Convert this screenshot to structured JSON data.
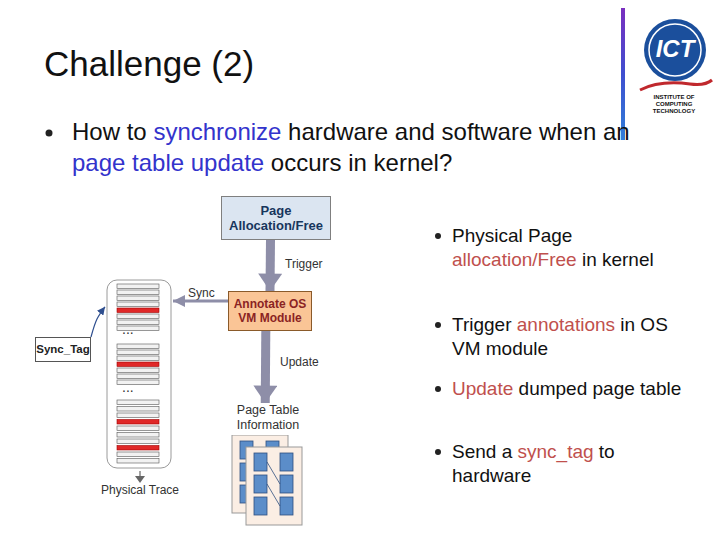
{
  "diagram": {
    "title": "Challenge (2)",
    "nodes": [
      {
        "text": [
          "Page Allocation/Free"
        ]
      },
      {
        "text": [
          "Annotate OS VM Module"
        ]
      },
      {
        "text": [
          "Sync_Tag"
        ]
      },
      {
        "text": [
          "Page Table Information"
        ]
      },
      {
        "text": [
          "Physical Trace"
        ]
      }
    ],
    "edges": [
      {
        "from": 0,
        "to": 1,
        "label": "Trigger",
        "arrow": "to"
      },
      {
        "from": 1,
        "to": 4,
        "label": "Sync",
        "arrow": "to"
      },
      {
        "from": 1,
        "to": 3,
        "label": "Update",
        "arrow": "to"
      },
      {
        "from": 2,
        "to": 4,
        "arrow": "to"
      }
    ],
    "labels": [
      "How to synchronize hardware and software when an page table update occurs in kernel?",
      "Physical Page allocation/Free in kernel",
      "Trigger annotations in OS VM module",
      "Update dumped page table",
      "Send a sync_tag to hardware",
      "...",
      "...",
      "ICT",
      "INSTITUTE OF COMPUTING TECHNOLOGY"
    ]
  }
}
